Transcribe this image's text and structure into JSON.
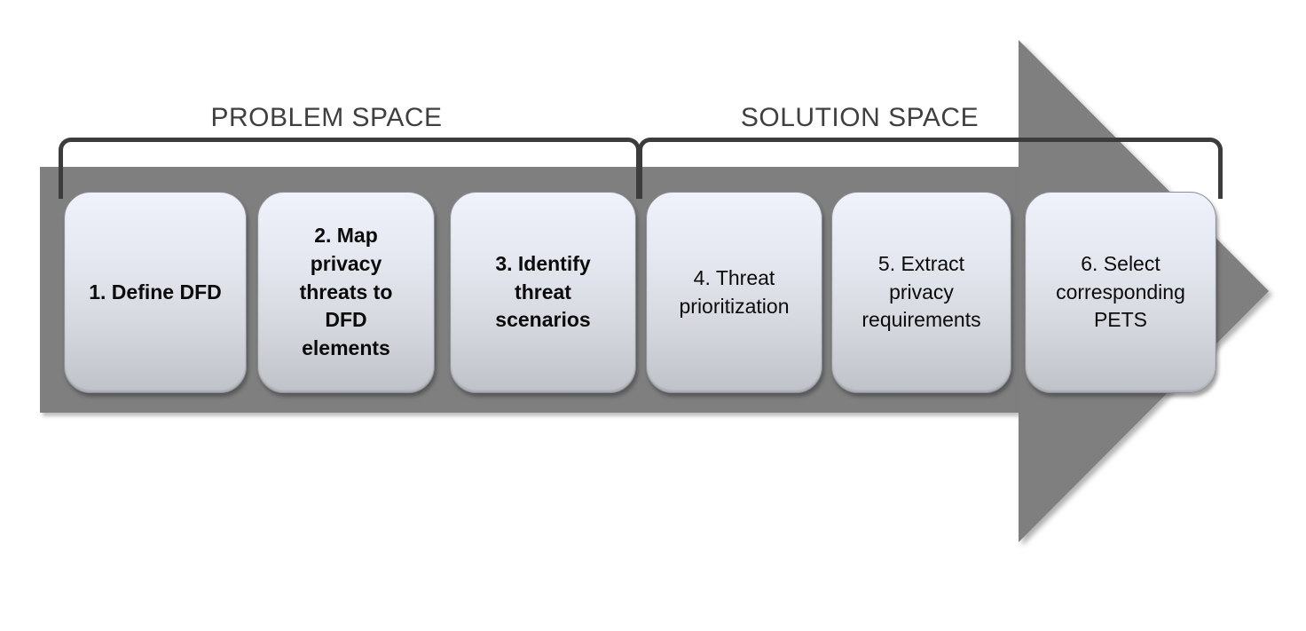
{
  "diagram": {
    "type": "process-flow",
    "subject": "privacy threat modeling methodology steps"
  },
  "phases": [
    {
      "label": "PROBLEM SPACE",
      "covers_steps": [
        1,
        2,
        3
      ]
    },
    {
      "label": "SOLUTION SPACE",
      "covers_steps": [
        4,
        5,
        6
      ]
    }
  ],
  "steps": [
    {
      "number": 1,
      "label": "1. Define DFD",
      "phase": "PROBLEM SPACE",
      "emphasis": "bold"
    },
    {
      "number": 2,
      "label": "2. Map\nprivacy\nthreats to\nDFD\nelements",
      "phase": "PROBLEM SPACE",
      "emphasis": "bold"
    },
    {
      "number": 3,
      "label": "3. Identify\nthreat\nscenarios",
      "phase": "PROBLEM SPACE",
      "emphasis": "bold"
    },
    {
      "number": 4,
      "label": "4. Threat\nprioritization",
      "phase": "SOLUTION SPACE",
      "emphasis": "regular"
    },
    {
      "number": 5,
      "label": "5. Extract\nprivacy\nrequirements",
      "phase": "SOLUTION SPACE",
      "emphasis": "regular"
    },
    {
      "number": 6,
      "label": "6. Select\ncorresponding\nPETS",
      "phase": "SOLUTION SPACE",
      "emphasis": "regular"
    }
  ],
  "colors": {
    "arrow": "#7f7f7f",
    "bracket": "#3c3c3c",
    "phase_label_text": "#3f3f3f",
    "box_gradient_top": "#eff2fa",
    "box_gradient_bottom": "#bfc2c8",
    "box_border": "#8b9097",
    "step_text": "#0b0b0b",
    "background": "#ffffff"
  }
}
